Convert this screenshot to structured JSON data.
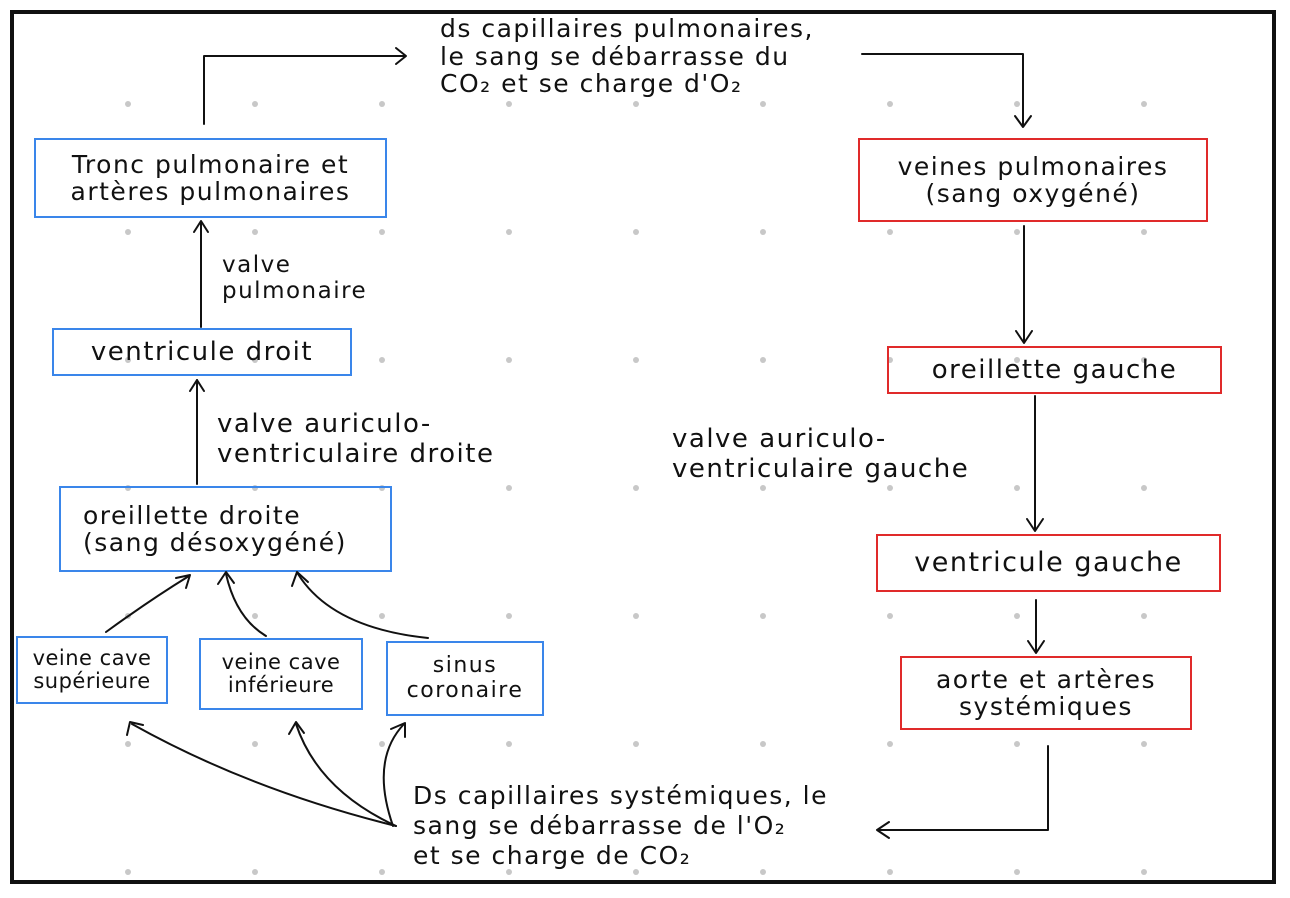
{
  "diagram": {
    "left_column": {
      "tronc": {
        "lines": [
          "Tronc pulmonaire et",
          "artères pulmonaires"
        ]
      },
      "valve_pulmonaire": {
        "lines": [
          "valve",
          "pulmonaire"
        ]
      },
      "ventricule_droit": {
        "lines": [
          "ventricule droit"
        ]
      },
      "valve_av_droite": {
        "lines": [
          "valve auriculo-",
          "ventriculaire droite"
        ]
      },
      "oreillette_droite": {
        "lines": [
          "oreillette droite",
          "(sang désoxygéné)"
        ]
      },
      "veine_cave_sup": {
        "lines": [
          "veine cave",
          "supérieure"
        ]
      },
      "veine_cave_inf": {
        "lines": [
          "veine cave",
          "inférieure"
        ]
      },
      "sinus_coronaire": {
        "lines": [
          "sinus",
          "coronaire"
        ]
      }
    },
    "right_column": {
      "veines_pulmonaires": {
        "lines": [
          "veines pulmonaires",
          "(sang oxygéné)"
        ]
      },
      "oreillette_gauche": {
        "lines": [
          "oreillette gauche"
        ]
      },
      "valve_av_gauche": {
        "lines": [
          "valve auriculo-",
          "ventriculaire gauche"
        ]
      },
      "ventricule_gauche": {
        "lines": [
          "ventricule gauche"
        ]
      },
      "aorte": {
        "lines": [
          "aorte et artères",
          "systémiques"
        ]
      }
    },
    "notes": {
      "capillaires_pulmonaires": {
        "lines": [
          "ds capillaires pulmonaires,",
          "le sang se débarrasse du",
          "CO₂ et se charge d'O₂"
        ]
      },
      "capillaires_systemiques": {
        "lines": [
          "Ds capillaires systémiques, le",
          "sang se débarrasse de l'O₂",
          "et se charge de CO₂"
        ]
      }
    },
    "colors": {
      "blue_box": "#3a86ea",
      "red_box": "#e02a2a",
      "ink": "#111111",
      "dot": "#c8c8c8"
    }
  }
}
